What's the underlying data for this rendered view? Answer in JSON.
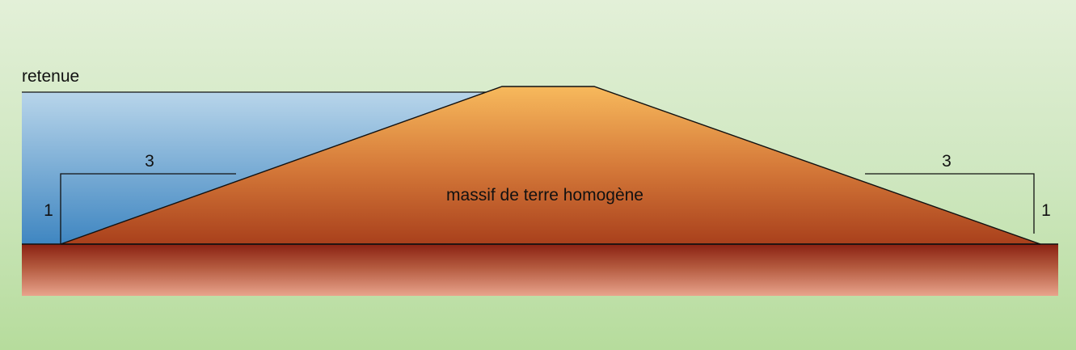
{
  "labels": {
    "reservoir": "retenue",
    "embankment": "massif de terre homogène",
    "upstream_slope_horizontal": "3",
    "upstream_slope_vertical": "1",
    "downstream_slope_horizontal": "3",
    "downstream_slope_vertical": "1"
  },
  "colors": {
    "water_top": "#b8d5ea",
    "water_bottom": "#3f86c1",
    "dam_top": "#f7b95c",
    "dam_bottom": "#a9401c",
    "ground_top": "#8a2112",
    "ground_bottom": "#e8a38c",
    "line": "#111111"
  }
}
